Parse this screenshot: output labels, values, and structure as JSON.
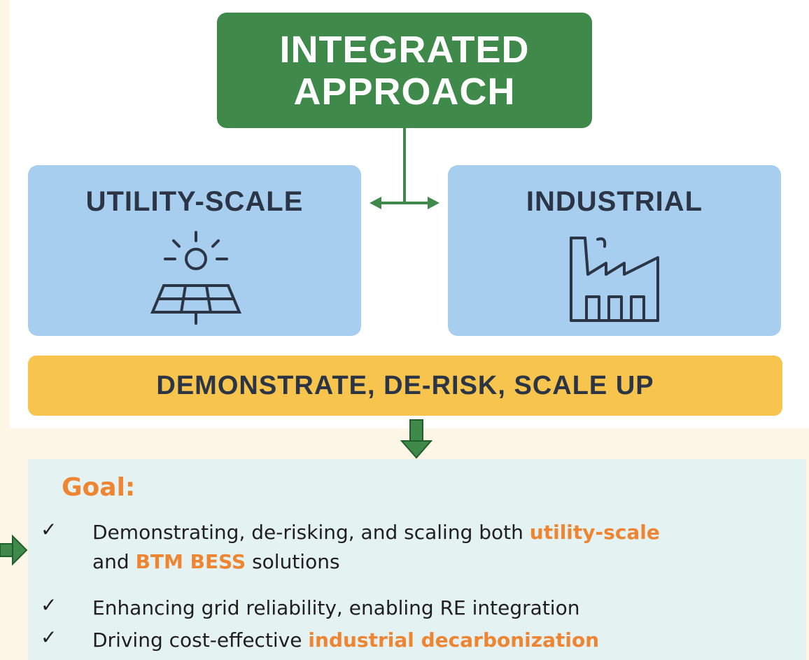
{
  "diagram": {
    "top_box": "INTEGRATED\nAPPROACH",
    "left_box": {
      "title": "UTILITY-SCALE",
      "icon": "solar-panel-icon"
    },
    "right_box": {
      "title": "INDUSTRIAL",
      "icon": "factory-icon"
    },
    "banner": "DEMONSTRATE, DE-RISK, SCALE UP"
  },
  "goal": {
    "title": "Goal:",
    "check_glyph": "✓",
    "items": [
      {
        "part1": "Demonstrating, de-risking, and scaling both ",
        "hl1": "utility-scale",
        "part2": " and ",
        "hl2": "BTM BESS",
        "part3": " solutions"
      },
      {
        "text": "Enhancing grid reliability, enabling RE integration"
      },
      {
        "part1": "Driving cost-effective ",
        "hl1": "industrial decarbonization"
      }
    ]
  },
  "colors": {
    "green": "#3f8a4a",
    "light_blue": "#a7cdef",
    "yellow": "#f7c54d",
    "orange": "#ee8533",
    "goal_bg": "#e4f2f2"
  }
}
